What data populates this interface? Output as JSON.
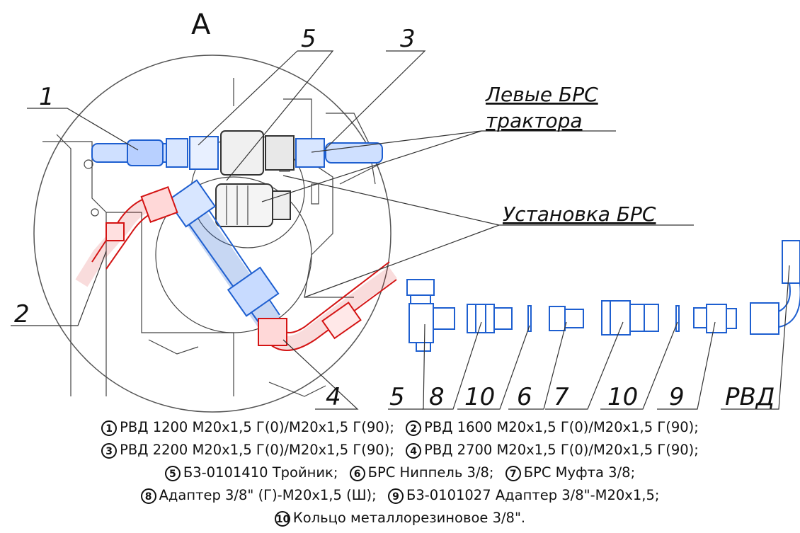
{
  "drawing": {
    "view_label": "А",
    "callouts": {
      "c1": "1",
      "c2": "2",
      "c3": "3",
      "c4": "4",
      "c5_top": "5",
      "c5": "5",
      "c8": "8",
      "c10a": "10",
      "c6": "6",
      "c7": "7",
      "c10b": "10",
      "c9": "9",
      "rvd": "РВД"
    },
    "text_labels": {
      "left_brs_line1": "Левые БРС",
      "left_brs_line2": "трактора",
      "brs_install": "Установка БРС"
    },
    "colors": {
      "blue_hose": "#1e5fd0",
      "red_hose": "#d41414",
      "line": "#333333"
    }
  },
  "legend": {
    "line1": [
      {
        "num": "1",
        "text": "РВД 1200 М20х1,5 Г(0)/М20х1,5 Г(90);"
      },
      {
        "num": "2",
        "text": "РВД 1600 М20х1,5 Г(0)/М20х1,5 Г(90);"
      }
    ],
    "line2": [
      {
        "num": "3",
        "text": "РВД 2200 М20х1,5 Г(0)/М20х1,5 Г(90);"
      },
      {
        "num": "4",
        "text": "РВД 2700 М20х1,5 Г(0)/М20х1,5 Г(90);"
      }
    ],
    "line3": [
      {
        "num": "5",
        "text": "Б3-0101410 Тройник;"
      },
      {
        "num": "6",
        "text": "БРС Ниппель 3/8;"
      },
      {
        "num": "7",
        "text": "БРС Муфта 3/8;"
      }
    ],
    "line4": [
      {
        "num": "8",
        "text": "Адаптер 3/8\" (Г)-М20х1,5 (Ш);"
      },
      {
        "num": "9",
        "text": "Б3-0101027 Адаптер 3/8\"-М20х1,5;"
      }
    ],
    "line5": [
      {
        "num": "10",
        "text": "Кольцо металлорезиновое 3/8\"."
      }
    ]
  }
}
